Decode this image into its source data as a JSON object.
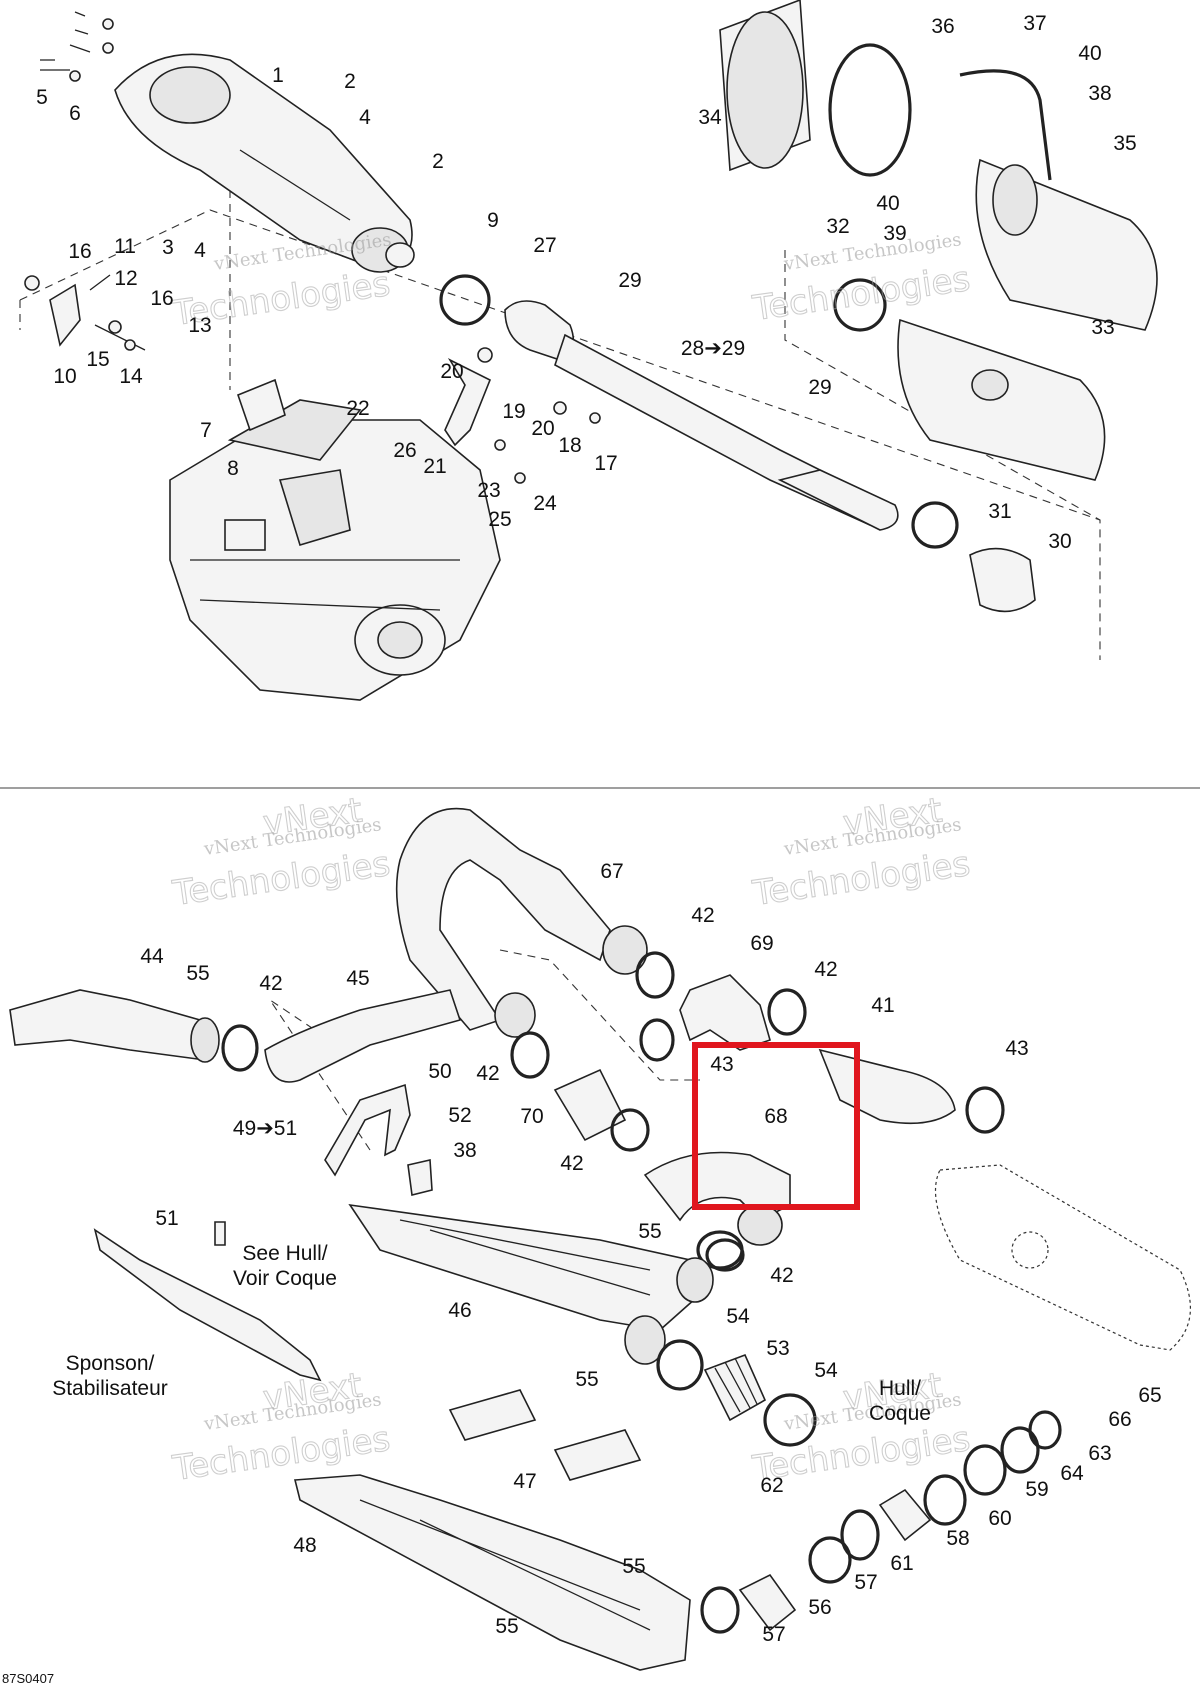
{
  "diagram": {
    "code": "87S0407",
    "accent_color": "#e0161e",
    "upper_labels": [
      "1",
      "2",
      "4",
      "5",
      "6",
      "2",
      "3",
      "4",
      "9",
      "27",
      "16",
      "11",
      "12",
      "16",
      "13",
      "10",
      "15",
      "14",
      "29",
      "28➔29",
      "20",
      "22",
      "19",
      "20",
      "18",
      "17",
      "7",
      "26",
      "21",
      "8",
      "23",
      "24",
      "25",
      "36",
      "37",
      "40",
      "38",
      "34",
      "35",
      "40",
      "39",
      "32",
      "33",
      "29",
      "31",
      "30"
    ],
    "lower_labels": [
      "67",
      "42",
      "69",
      "44",
      "55",
      "42",
      "45",
      "42",
      "41",
      "43",
      "43",
      "42",
      "70",
      "68",
      "50",
      "49➔51",
      "52",
      "38",
      "42",
      "51",
      "55",
      "42",
      "46",
      "54",
      "53",
      "55",
      "54",
      "47",
      "62",
      "48",
      "55",
      "55",
      "56",
      "57",
      "57",
      "61",
      "58",
      "60",
      "59",
      "64",
      "63",
      "66",
      "65"
    ],
    "notes": {
      "see_hull": [
        "See Hull/",
        "Voir Coque"
      ],
      "sponson": [
        "Sponson/",
        "Stabilisateur"
      ],
      "hull_coque": [
        "Hull/",
        "Coque"
      ]
    },
    "watermark": {
      "line1": "vNext Technologies",
      "line2": "vNext",
      "line3": "Technologies"
    }
  }
}
